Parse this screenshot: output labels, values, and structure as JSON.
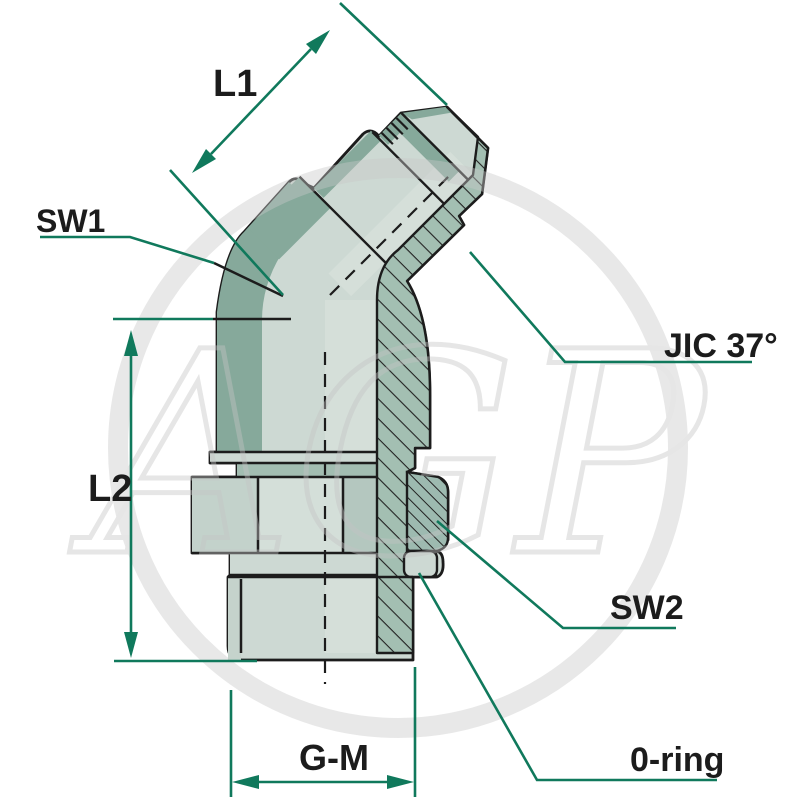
{
  "watermark": {
    "text": "AGP"
  },
  "labels": {
    "l1": "L1",
    "sw1": "SW1",
    "l2": "L2",
    "gm": "G-M",
    "jic": "JIC 37°",
    "sw2": "SW2",
    "oring": "0-ring"
  },
  "colors": {
    "dimension_teal": "#10795c",
    "outline_black": "#1c1c1c",
    "body_light": "#cdd9d3",
    "body_dark_band": "#86a99b",
    "hatch_fill": "#a3bfb2",
    "watermark_gray": "#c9c9c9",
    "background": "#ffffff"
  }
}
